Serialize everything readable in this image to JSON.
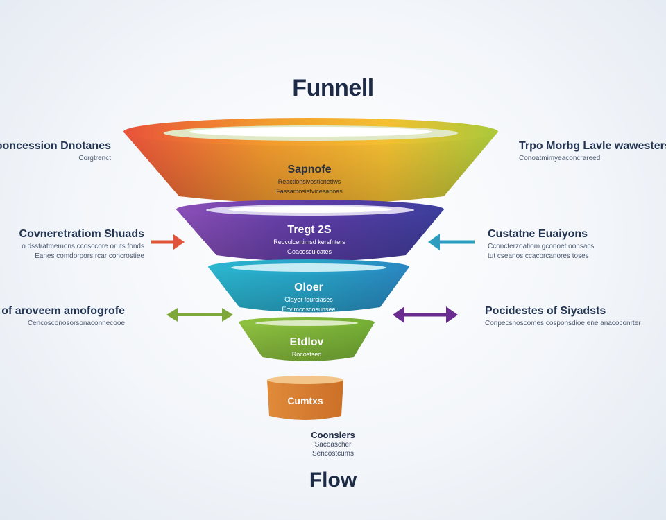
{
  "title": "Funnell",
  "footer": "Flow",
  "stages": [
    {
      "name": "Sapnofe",
      "lines": [
        "Reactionsivosticnetiws",
        "Fassamosistvicesanoas"
      ],
      "colors": [
        "#e8523a",
        "#f29a2e",
        "#f4c032",
        "#a9c93a"
      ],
      "rim": "#e0e8c6"
    },
    {
      "name": "Tregt 2S",
      "lines": [
        "Recvolcertimsd kersfnters",
        "Goacoscuicates"
      ],
      "colors": [
        "#8a4fb7",
        "#5d3ca6",
        "#3c3e9c"
      ],
      "rim": "#dcd6ee"
    },
    {
      "name": "Oloer",
      "lines": [
        "Clayer foursiases",
        "Ecvimcoscosunsee"
      ],
      "colors": [
        "#2bb6cf",
        "#27a4c8",
        "#2a86c0"
      ],
      "rim": "#c8ecf3"
    },
    {
      "name": "Etdlov",
      "lines": [
        "Rocostsed"
      ],
      "colors": [
        "#8fc140",
        "#74ae35"
      ],
      "rim": "#dcebc2"
    },
    {
      "name": "Cumtxs",
      "lines": [],
      "colors": [
        "#e08a3a",
        "#cc7028"
      ],
      "rim": "#f3c58a"
    }
  ],
  "bottom_label": {
    "name": "Coonsiers",
    "lines": [
      "Sacoascher",
      "Sencostcums"
    ]
  },
  "side_notes": [
    {
      "side": "left",
      "heading": "Cooncession Dnotanes",
      "sub": [
        "Corgtrenct"
      ]
    },
    {
      "side": "left",
      "heading": "Covneretratiom Shuads",
      "sub": [
        "o dsstratmemons ccosccore oruts fonds",
        "Eanes comdorpors rcar concrostiee"
      ]
    },
    {
      "side": "left",
      "heading": "of aroveem amofogrofe",
      "sub": [
        "Cencosconosorsonaconnecooe"
      ]
    },
    {
      "side": "right",
      "heading": "Trpo Morbg Lavle wawestersrs",
      "sub": [
        "Conoatmimyeaconcrareed"
      ]
    },
    {
      "side": "right",
      "heading": "Custatne Euaiyons",
      "sub": [
        "Cconcterzoatiom gconoet oonsacs",
        "tut cseanos ccacorcanores toses"
      ]
    },
    {
      "side": "right",
      "heading": "Pocidestes of Siyadsts",
      "sub": [
        "Conpecsnoscomes cosponsdioe ene anacoconrter"
      ]
    }
  ],
  "arrow_colors": [
    "#e0553a",
    "#7fa83a",
    "#2c9dbf",
    "#6a2c8f"
  ]
}
